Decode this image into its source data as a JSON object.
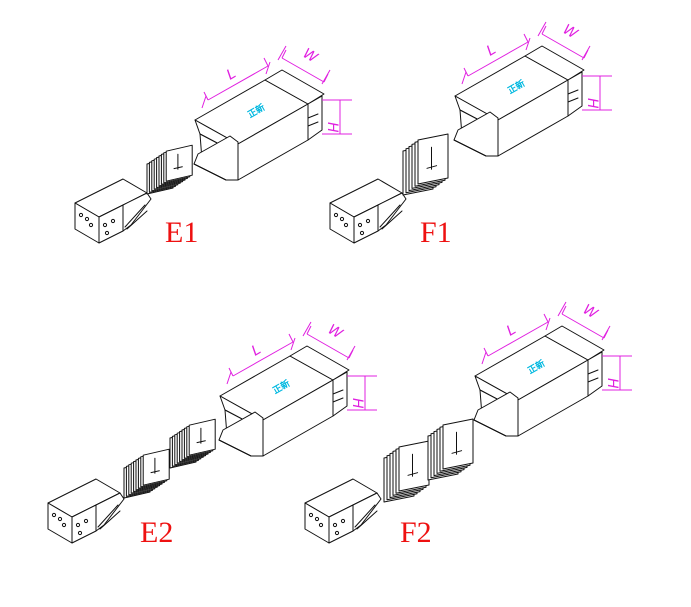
{
  "colors": {
    "line": "#111111",
    "dimension": "#e020e0",
    "brand": "#00b8e0",
    "caption": "#ee1111"
  },
  "dimension_labels": {
    "length": "L",
    "width": "W",
    "height": "H"
  },
  "brand_text": "正新",
  "variants": [
    {
      "caption": "E1",
      "accessory": "small-box",
      "plate_style": "narrow",
      "plate_stacks": 1
    },
    {
      "caption": "F1",
      "accessory": "small-box",
      "plate_style": "wide",
      "plate_stacks": 1
    },
    {
      "caption": "E2",
      "accessory": "small-box",
      "plate_style": "narrow",
      "plate_stacks": 2
    },
    {
      "caption": "F2",
      "accessory": "small-box",
      "plate_style": "wide",
      "plate_stacks": 2
    }
  ]
}
